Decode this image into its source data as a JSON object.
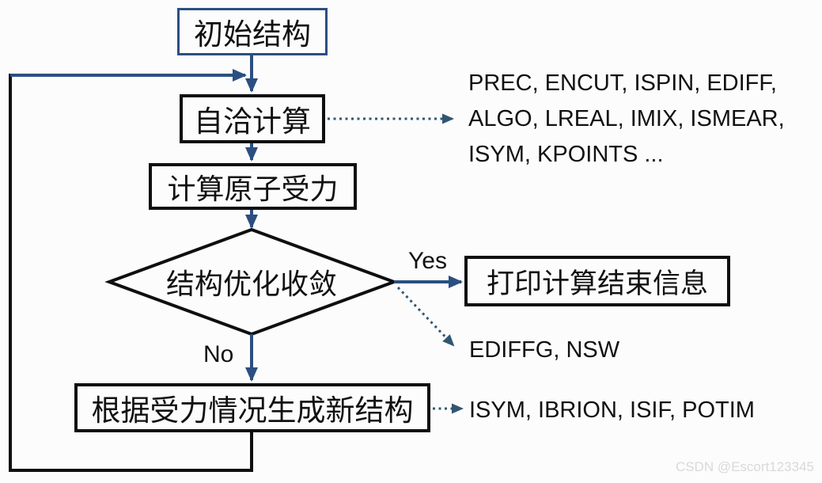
{
  "nodes": {
    "start": "初始结构",
    "scf": "自洽计算",
    "forces": "计算原子受力",
    "decision": "结构优化收敛",
    "print_end": "打印计算结束信息",
    "new_structure": "根据受力情况生成新结构"
  },
  "edge_labels": {
    "yes": "Yes",
    "no": "No"
  },
  "annotations": {
    "scf_params": {
      "lines": [
        "PREC, ENCUT, ISPIN, EDIFF,",
        "ALGO, LREAL, IMIX, ISMEAR,",
        "ISYM, KPOINTS ..."
      ]
    },
    "convergence_params": "EDIFFG, NSW",
    "new_structure_params": "ISYM, IBRION, ISIF, POTIM"
  },
  "colors": {
    "arrow_blue": "#2b4f80",
    "dotted_blue": "#315672",
    "border_black": "#0f0f0f",
    "start_box_border_blue": "#2b4f80",
    "text_black": "#111111",
    "watermark_gray": "#d9d9d9",
    "background": "#fcfcfc"
  },
  "watermark": "CSDN @Escort123345"
}
